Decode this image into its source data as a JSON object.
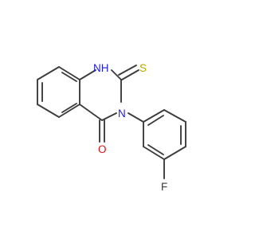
{
  "molecule": {
    "atoms": [
      {
        "id": "NH",
        "label": "H",
        "prefix": "N",
        "color": "#1f1fd0"
      },
      {
        "id": "S",
        "label": "S",
        "color": "#b8a800"
      },
      {
        "id": "N3",
        "label": "N",
        "color": "#1f1fd0"
      },
      {
        "id": "O",
        "label": "O",
        "color": "#e01010"
      },
      {
        "id": "F",
        "label": "F",
        "color": "#3c3c3c"
      }
    ],
    "bond_color": "#3c3c3c"
  }
}
